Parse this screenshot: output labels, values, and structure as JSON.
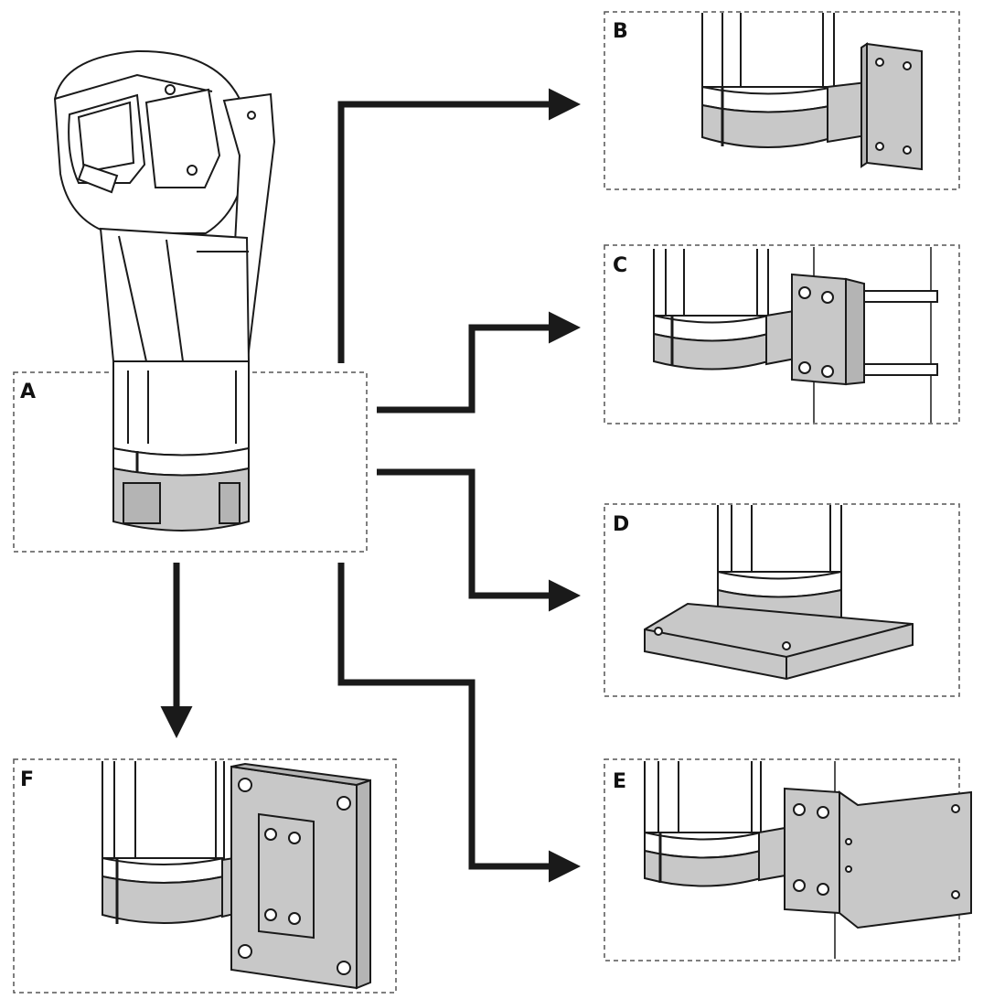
{
  "panels": [
    {
      "id": "A",
      "label": "A"
    },
    {
      "id": "B",
      "label": "B"
    },
    {
      "id": "C",
      "label": "C"
    },
    {
      "id": "D",
      "label": "D"
    },
    {
      "id": "E",
      "label": "E"
    },
    {
      "id": "F",
      "label": "F"
    }
  ],
  "colors": {
    "line": "#1a1a1a",
    "fill_light": "#ffffff",
    "fill_shade": "#c8c8c8",
    "fill_mid": "#b4b4b4",
    "dashed_border": "#555555"
  },
  "icons": [
    "arrow-icon",
    "camera-icon",
    "mount-bracket-icon"
  ]
}
